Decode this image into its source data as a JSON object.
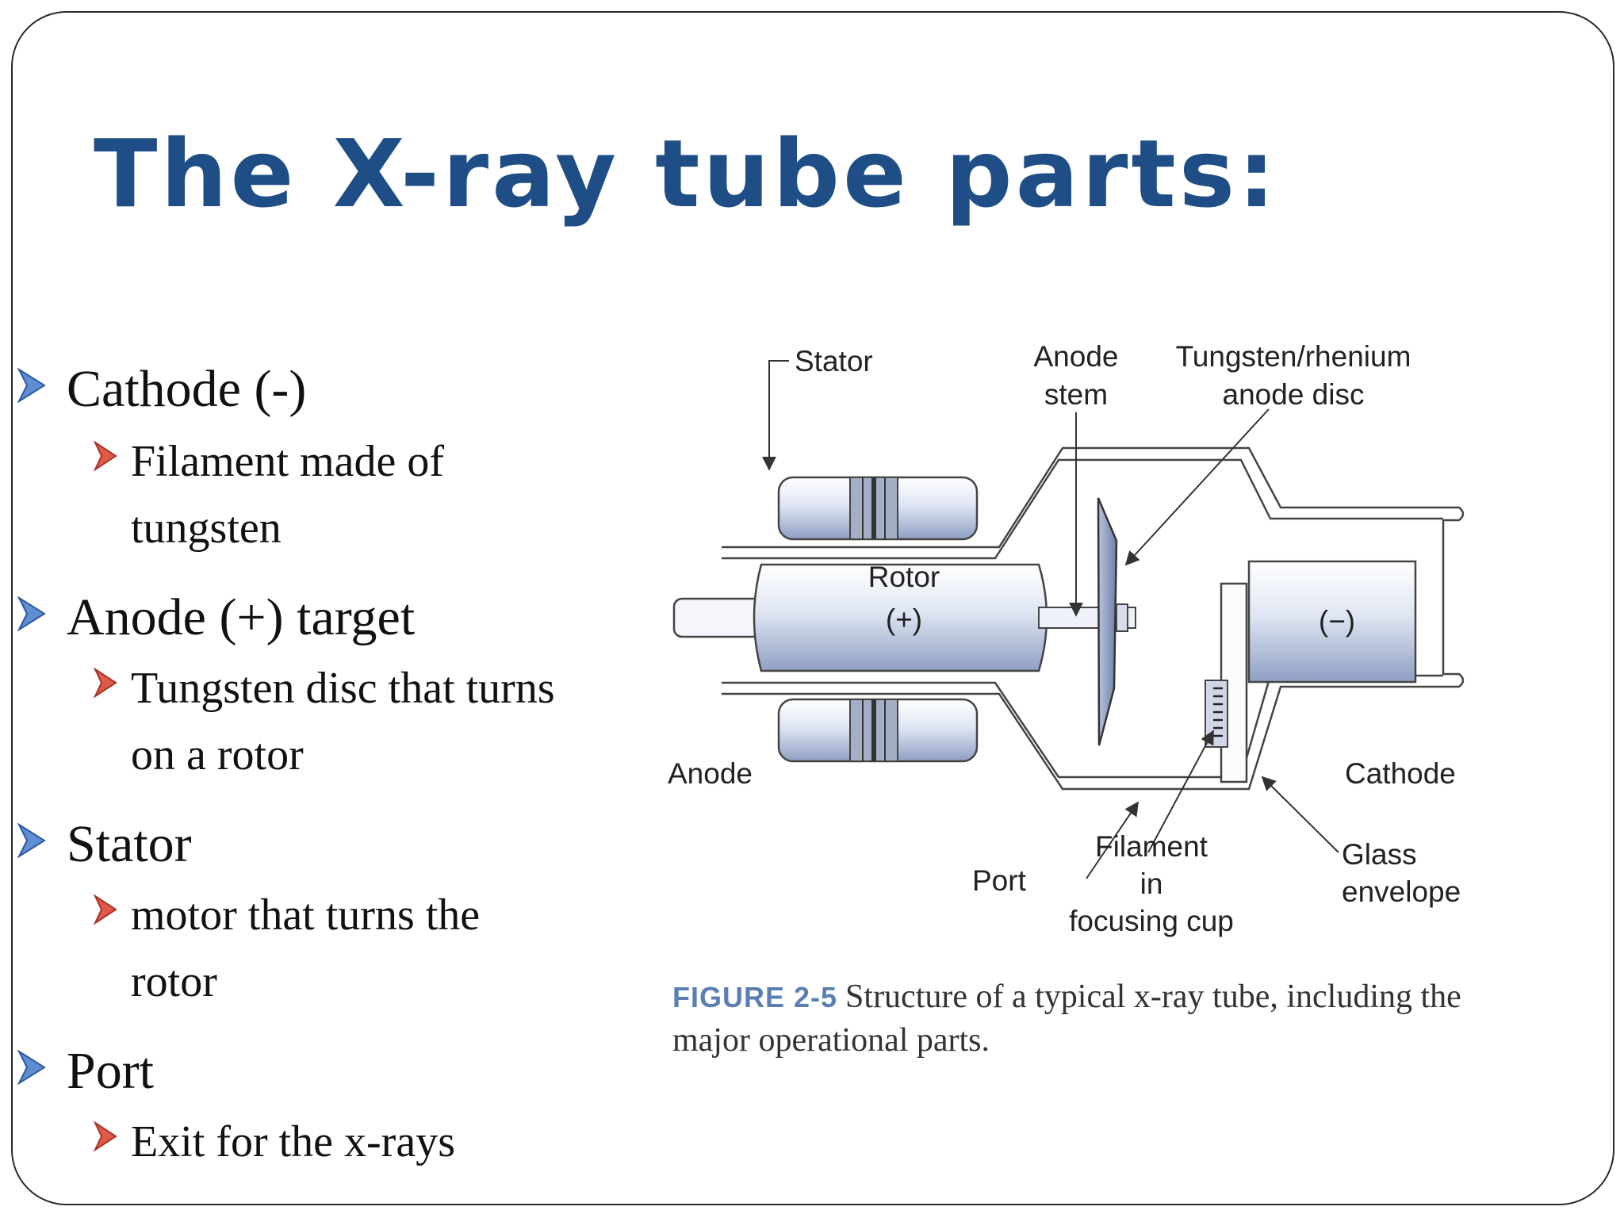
{
  "title": "The X-ray tube parts:",
  "bullets": [
    {
      "text": "Cathode (-)",
      "sub": [
        "Filament made of",
        "tungsten"
      ]
    },
    {
      "text": "Anode (+) target",
      "sub": [
        "Tungsten disc that turns",
        "on a rotor"
      ]
    },
    {
      "text": "Stator",
      "sub": [
        "motor that turns the",
        "rotor"
      ]
    },
    {
      "text": "Port",
      "sub": [
        "Exit for the x-rays"
      ]
    }
  ],
  "figure": {
    "labels": {
      "stator": "Stator",
      "anode_stem_1": "Anode",
      "anode_stem_2": "stem",
      "disc_1": "Tungsten/rhenium",
      "disc_2": "anode disc",
      "rotor": "Rotor",
      "rotor_sign": "(+)",
      "cathode_sign": "(−)",
      "anode": "Anode",
      "cathode": "Cathode",
      "port": "Port",
      "filament_1": "Filament",
      "filament_2": "in",
      "filament_3": "focusing cup",
      "glass_1": "Glass",
      "glass_2": "envelope"
    },
    "caption_label": "FIGURE 2-5",
    "caption_text": "Structure of a typical x-ray tube, including the major operational parts."
  },
  "colors": {
    "title": "#1f4e86",
    "l1_arrow": "#3f6fb8",
    "l2_arrow": "#c0392b",
    "caption_label": "#5b7fb2"
  }
}
